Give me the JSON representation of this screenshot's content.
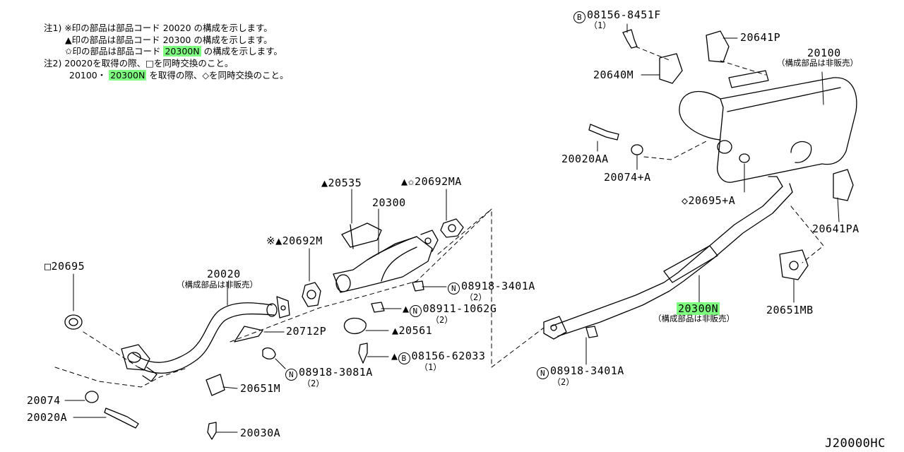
{
  "notes": {
    "n1_prefix": "注1)",
    "n1_line1": "※印の部品は部品コード 20020 の構成を示します。",
    "n1_line2": "▲印の部品は部品コード 20300 の構成を示します。",
    "n1_line3_pre": "✩印の部品は部品コード",
    "n1_line3_code": "20300N",
    "n1_line3_post": "の構成を示します。",
    "n2_prefix": "注2)",
    "n2_line1": "20020を取得の際、□を同時交換のこと。",
    "n2_line2_pre": "20100・",
    "n2_line2_code": "20300N",
    "n2_line2_post": "を取得の際、◇を同時交換のこと。"
  },
  "labels": {
    "p20020": "20020",
    "p20020_note": "（構成部品は非販売）",
    "p20695": "□20695",
    "p20074": "20074",
    "p20020A": "20020A",
    "p20712P": "20712P",
    "p08918_3081A": "08918-3081A",
    "p08918_3081A_qty": "（2）",
    "p20651M": "20651M",
    "p20030A": "20030A",
    "p20692M": "※▲20692M",
    "p20535": "▲20535",
    "p20300": "20300",
    "p20692MA": "▲✩20692MA",
    "p08918_3401A_a": "08918-3401A",
    "p08918_3401A_a_qty": "（2）",
    "p08911_1062G_pre": "▲",
    "p08911_1062G": "08911-1062G",
    "p08911_1062G_qty": "（2）",
    "p20561": "▲20561",
    "p08156_62033_pre": "▲",
    "p08156_62033": "08156-62033",
    "p08156_62033_qty": "（1）",
    "p08156_8451F": "08156-8451F",
    "p08156_8451F_qty": "（1）",
    "p20641P": "20641P",
    "p20100": "20100",
    "p20100_note": "（構成部品は非販売）",
    "p20640M": "20640M",
    "p20020AA": "20020AA",
    "p20074A": "20074+A",
    "p20695A": "◇20695+A",
    "p20641PA": "20641PA",
    "p20651MB": "20651MB",
    "p20300N": "20300N",
    "p20300N_note": "（構成部品は非販売）",
    "p08918_3401A_b": "08918-3401A",
    "p08918_3401A_b_qty": "（2）",
    "circle_N": "N",
    "circle_B": "B",
    "diagram_code": "J20000HC"
  },
  "colors": {
    "highlight": "#7fff7f",
    "ink": "#000000"
  }
}
